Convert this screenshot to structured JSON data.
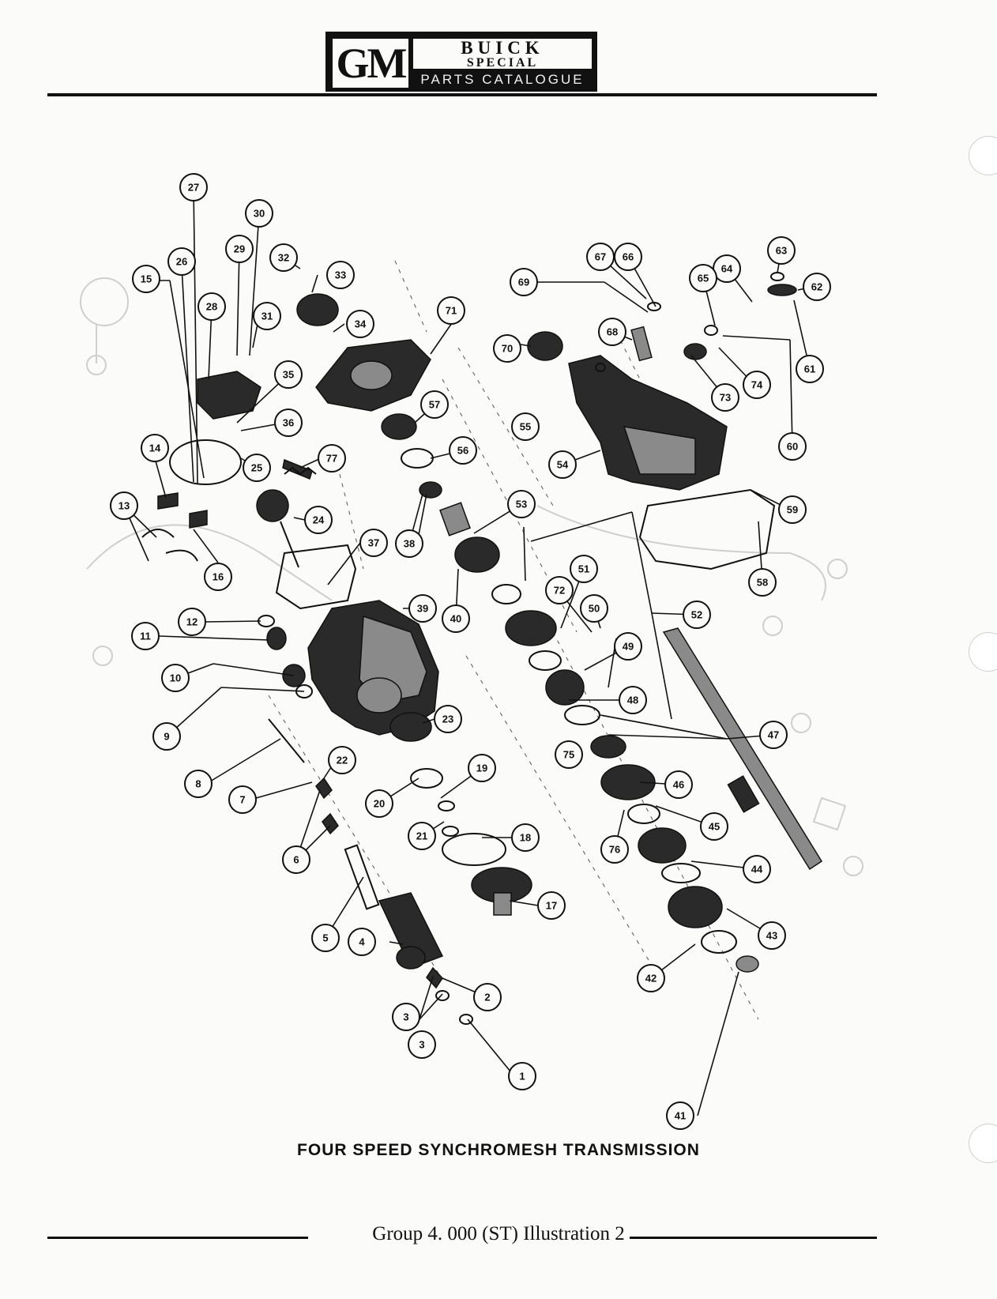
{
  "header": {
    "logo_gm": "GM",
    "logo_make": "BUICK",
    "logo_model": "SPECIAL",
    "logo_subtitle": "PARTS CATALOGUE"
  },
  "illustration": {
    "title": "FOUR SPEED SYNCHROMESH TRANSMISSION",
    "callouts": [
      "1",
      "2",
      "3",
      "3",
      "4",
      "5",
      "6",
      "7",
      "8",
      "9",
      "10",
      "11",
      "12",
      "13",
      "14",
      "15",
      "16",
      "17",
      "18",
      "19",
      "20",
      "21",
      "22",
      "23",
      "24",
      "25",
      "26",
      "27",
      "28",
      "29",
      "30",
      "31",
      "32",
      "33",
      "34",
      "35",
      "36",
      "37",
      "38",
      "39",
      "40",
      "41",
      "42",
      "43",
      "44",
      "45",
      "46",
      "47",
      "48",
      "49",
      "50",
      "51",
      "52",
      "53",
      "54",
      "55",
      "56",
      "57",
      "58",
      "59",
      "60",
      "61",
      "62",
      "63",
      "64",
      "65",
      "66",
      "67",
      "68",
      "69",
      "70",
      "71",
      "72",
      "73",
      "74",
      "75",
      "76",
      "77"
    ]
  },
  "footer": {
    "label": "Group 4. 000 (ST) Illustration 2"
  }
}
